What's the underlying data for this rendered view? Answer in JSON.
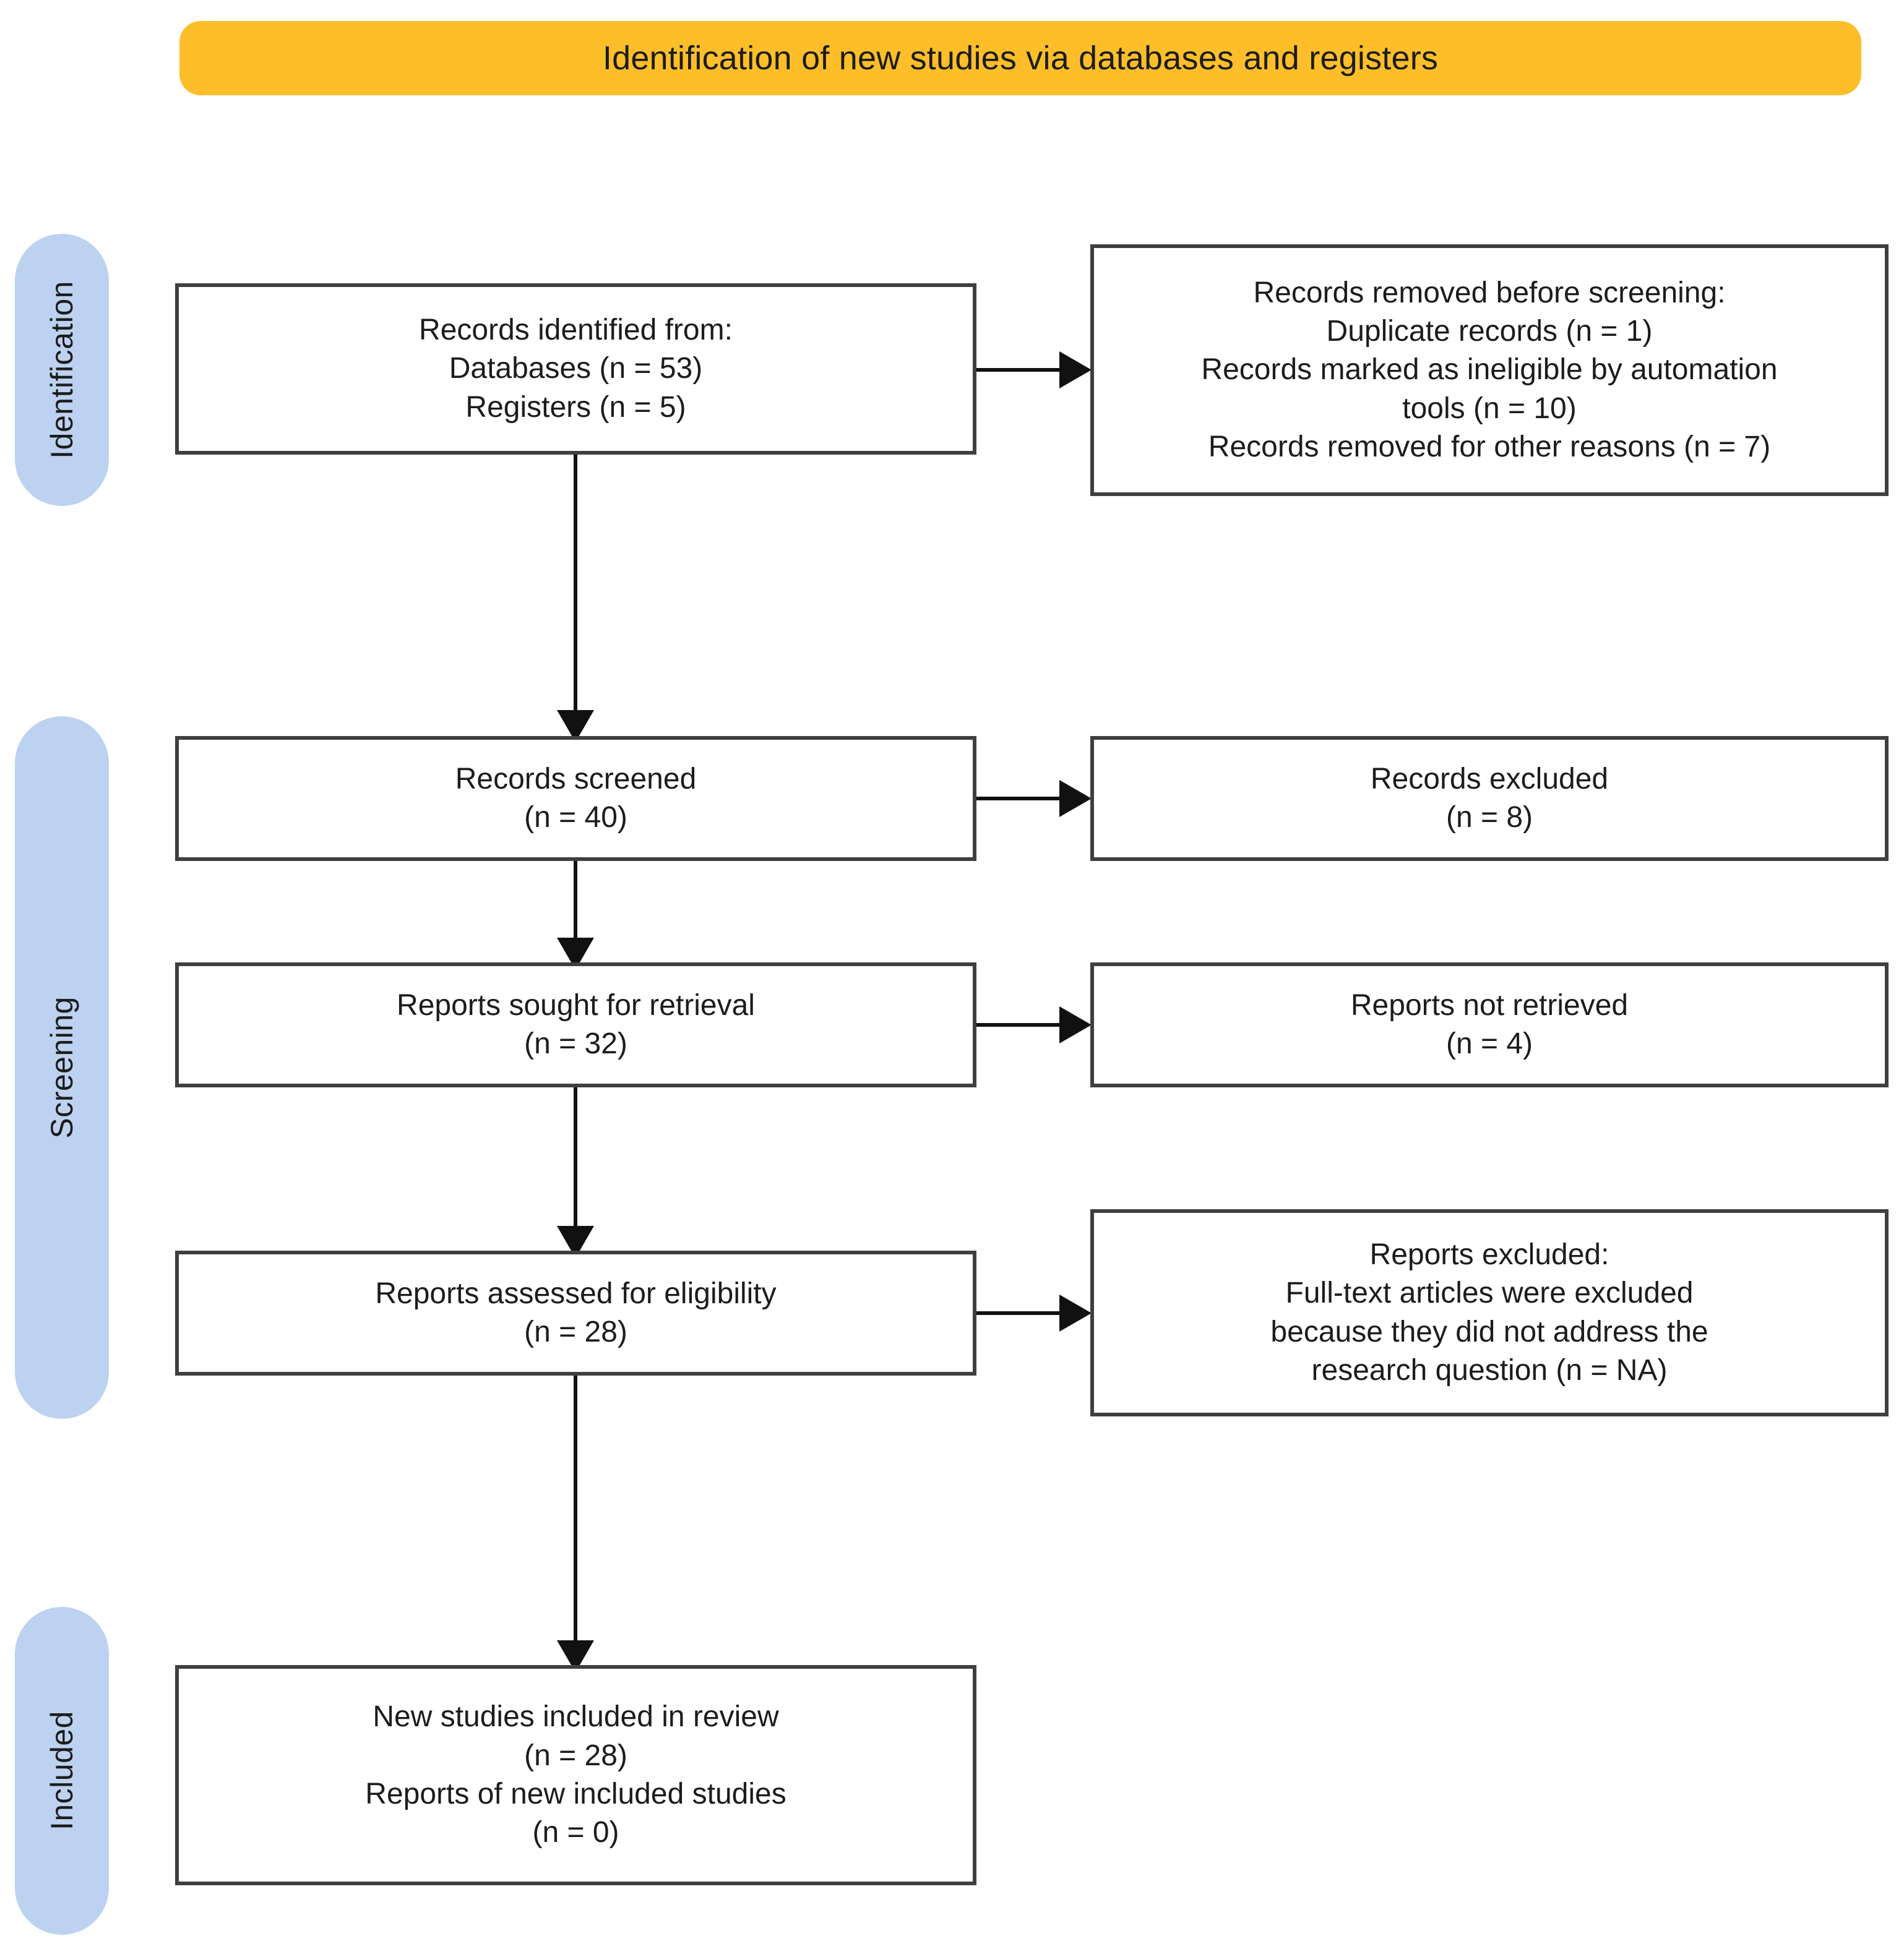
{
  "diagram": {
    "title": "Identification of new studies via databases and registers",
    "colors": {
      "banner": "#FDBE2A",
      "stage_pill": "#BCD2F0",
      "box_border": "#3f3f3f",
      "connector": "#111111",
      "text": "#1c1c1c",
      "background": "#ffffff"
    }
  },
  "stages": [
    {
      "id": "identification",
      "label": "Identification"
    },
    {
      "id": "screening",
      "label": "Screening"
    },
    {
      "id": "included",
      "label": "Included"
    }
  ],
  "boxes": {
    "identified": {
      "name": "records-identified",
      "lines": [
        "Records identified from:",
        "Databases (n = 53)",
        "Registers (n = 5)"
      ]
    },
    "removed": {
      "name": "records-removed-before-screening",
      "lines": [
        "Records removed before screening:",
        "Duplicate records (n = 1)",
        "Records marked as ineligible by automation",
        "tools (n = 10)",
        "Records removed for other reasons (n = 7)"
      ]
    },
    "screened": {
      "name": "records-screened",
      "lines": [
        "Records screened",
        "(n = 40)"
      ]
    },
    "excluded_records": {
      "name": "records-excluded",
      "lines": [
        "Records excluded",
        "(n = 8)"
      ]
    },
    "sought": {
      "name": "reports-sought-for-retrieval",
      "lines": [
        "Reports sought for retrieval",
        "(n = 32)"
      ]
    },
    "not_retrieved": {
      "name": "reports-not-retrieved",
      "lines": [
        "Reports not retrieved",
        "(n = 4)"
      ]
    },
    "assessed": {
      "name": "reports-assessed-for-eligibility",
      "lines": [
        "Reports assessed for eligibility",
        "(n = 28)"
      ]
    },
    "reports_excluded": {
      "name": "reports-excluded",
      "lines": [
        "Reports excluded:",
        "Full-text articles were excluded",
        "because they did not address the",
        "research question (n = NA)"
      ]
    },
    "included": {
      "name": "new-studies-included-in-review",
      "lines": [
        "New studies included in review",
        "(n = 28)",
        "Reports of new included studies",
        "(n = 0)"
      ]
    }
  },
  "chart_data": {
    "type": "diagram",
    "title": "Identification of new studies via databases and registers",
    "nodes": [
      {
        "id": "identified",
        "stage": "Identification",
        "column": "left",
        "counts": {
          "Databases": 53,
          "Registers": 5
        }
      },
      {
        "id": "removed",
        "stage": "Identification",
        "column": "right",
        "counts": {
          "Duplicate records": 1,
          "Marked ineligible by automation tools": 10,
          "Removed for other reasons": 7
        }
      },
      {
        "id": "screened",
        "stage": "Screening",
        "column": "left",
        "counts": {
          "n": 40
        }
      },
      {
        "id": "excluded_records",
        "stage": "Screening",
        "column": "right",
        "counts": {
          "n": 8
        }
      },
      {
        "id": "sought",
        "stage": "Screening",
        "column": "left",
        "counts": {
          "n": 32
        }
      },
      {
        "id": "not_retrieved",
        "stage": "Screening",
        "column": "right",
        "counts": {
          "n": 4
        }
      },
      {
        "id": "assessed",
        "stage": "Screening",
        "column": "left",
        "counts": {
          "n": 28
        }
      },
      {
        "id": "reports_excluded",
        "stage": "Screening",
        "column": "right",
        "counts": {
          "n": "NA"
        }
      },
      {
        "id": "included",
        "stage": "Included",
        "column": "left",
        "counts": {
          "New studies": 28,
          "Reports of new included studies": 0
        }
      }
    ],
    "edges": [
      {
        "from": "identified",
        "to": "removed",
        "direction": "right"
      },
      {
        "from": "identified",
        "to": "screened",
        "direction": "down"
      },
      {
        "from": "screened",
        "to": "excluded_records",
        "direction": "right"
      },
      {
        "from": "screened",
        "to": "sought",
        "direction": "down"
      },
      {
        "from": "sought",
        "to": "not_retrieved",
        "direction": "right"
      },
      {
        "from": "sought",
        "to": "assessed",
        "direction": "down"
      },
      {
        "from": "assessed",
        "to": "reports_excluded",
        "direction": "right"
      },
      {
        "from": "assessed",
        "to": "included",
        "direction": "down"
      }
    ]
  }
}
